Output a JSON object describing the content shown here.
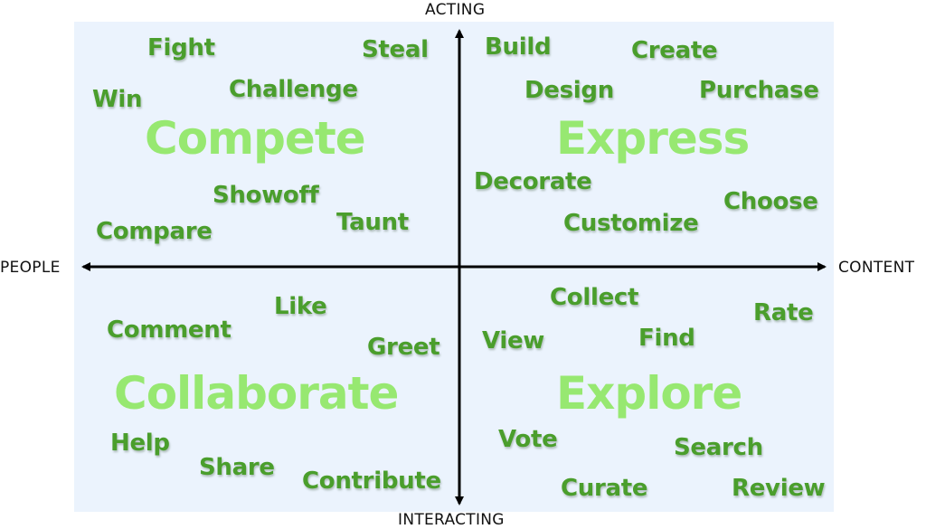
{
  "axes": {
    "top": "ACTING",
    "bottom": "INTERACTING",
    "left": "PEOPLE",
    "right": "CONTENT"
  },
  "colors": {
    "panel_background": "#ebf3fd",
    "verb_color": "#4a9e2c",
    "category_color": "#97e871",
    "axis_color": "#000000"
  },
  "quadrants": {
    "top_left": {
      "category": "Compete",
      "verbs": [
        "Fight",
        "Steal",
        "Win",
        "Challenge",
        "Showoff",
        "Taunt",
        "Compare"
      ]
    },
    "top_right": {
      "category": "Express",
      "verbs": [
        "Build",
        "Create",
        "Design",
        "Purchase",
        "Decorate",
        "Choose",
        "Customize"
      ]
    },
    "bottom_left": {
      "category": "Collaborate",
      "verbs": [
        "Like",
        "Comment",
        "Greet",
        "Help",
        "Share",
        "Contribute"
      ]
    },
    "bottom_right": {
      "category": "Explore",
      "verbs": [
        "Collect",
        "Rate",
        "View",
        "Find",
        "Vote",
        "Search",
        "Curate",
        "Review"
      ]
    }
  }
}
